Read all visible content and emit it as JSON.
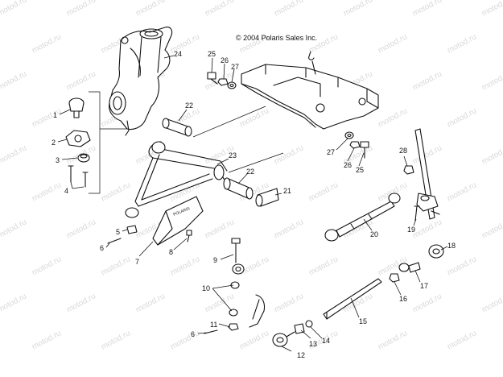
{
  "copyright": "© 2004 Polaris Sales Inc.",
  "watermark": "motod.ru",
  "guard_logo_text": "POLARIS",
  "callouts": [
    {
      "id": "c1",
      "label": "1"
    },
    {
      "id": "c2",
      "label": "2"
    },
    {
      "id": "c3",
      "label": "3"
    },
    {
      "id": "c4",
      "label": "4"
    },
    {
      "id": "c5",
      "label": "5"
    },
    {
      "id": "c6a",
      "label": "6"
    },
    {
      "id": "c6b",
      "label": "6"
    },
    {
      "id": "c7",
      "label": "7"
    },
    {
      "id": "c8",
      "label": "8"
    },
    {
      "id": "c9",
      "label": "9"
    },
    {
      "id": "c10",
      "label": "10"
    },
    {
      "id": "c11",
      "label": "11"
    },
    {
      "id": "c12",
      "label": "12"
    },
    {
      "id": "c13",
      "label": "13"
    },
    {
      "id": "c14",
      "label": "14"
    },
    {
      "id": "c15",
      "label": "15"
    },
    {
      "id": "c16",
      "label": "16"
    },
    {
      "id": "c17",
      "label": "17"
    },
    {
      "id": "c18",
      "label": "18"
    },
    {
      "id": "c19",
      "label": "19"
    },
    {
      "id": "c20",
      "label": "20"
    },
    {
      "id": "c21",
      "label": "21"
    },
    {
      "id": "c22a",
      "label": "22"
    },
    {
      "id": "c22b",
      "label": "22"
    },
    {
      "id": "c23",
      "label": "23"
    },
    {
      "id": "c24",
      "label": "24"
    },
    {
      "id": "c25a",
      "label": "25"
    },
    {
      "id": "c25b",
      "label": "25"
    },
    {
      "id": "c26a",
      "label": "26"
    },
    {
      "id": "c26b",
      "label": "26"
    },
    {
      "id": "c27a",
      "label": "27"
    },
    {
      "id": "c27b",
      "label": "27"
    },
    {
      "id": "c28",
      "label": "28"
    }
  ]
}
